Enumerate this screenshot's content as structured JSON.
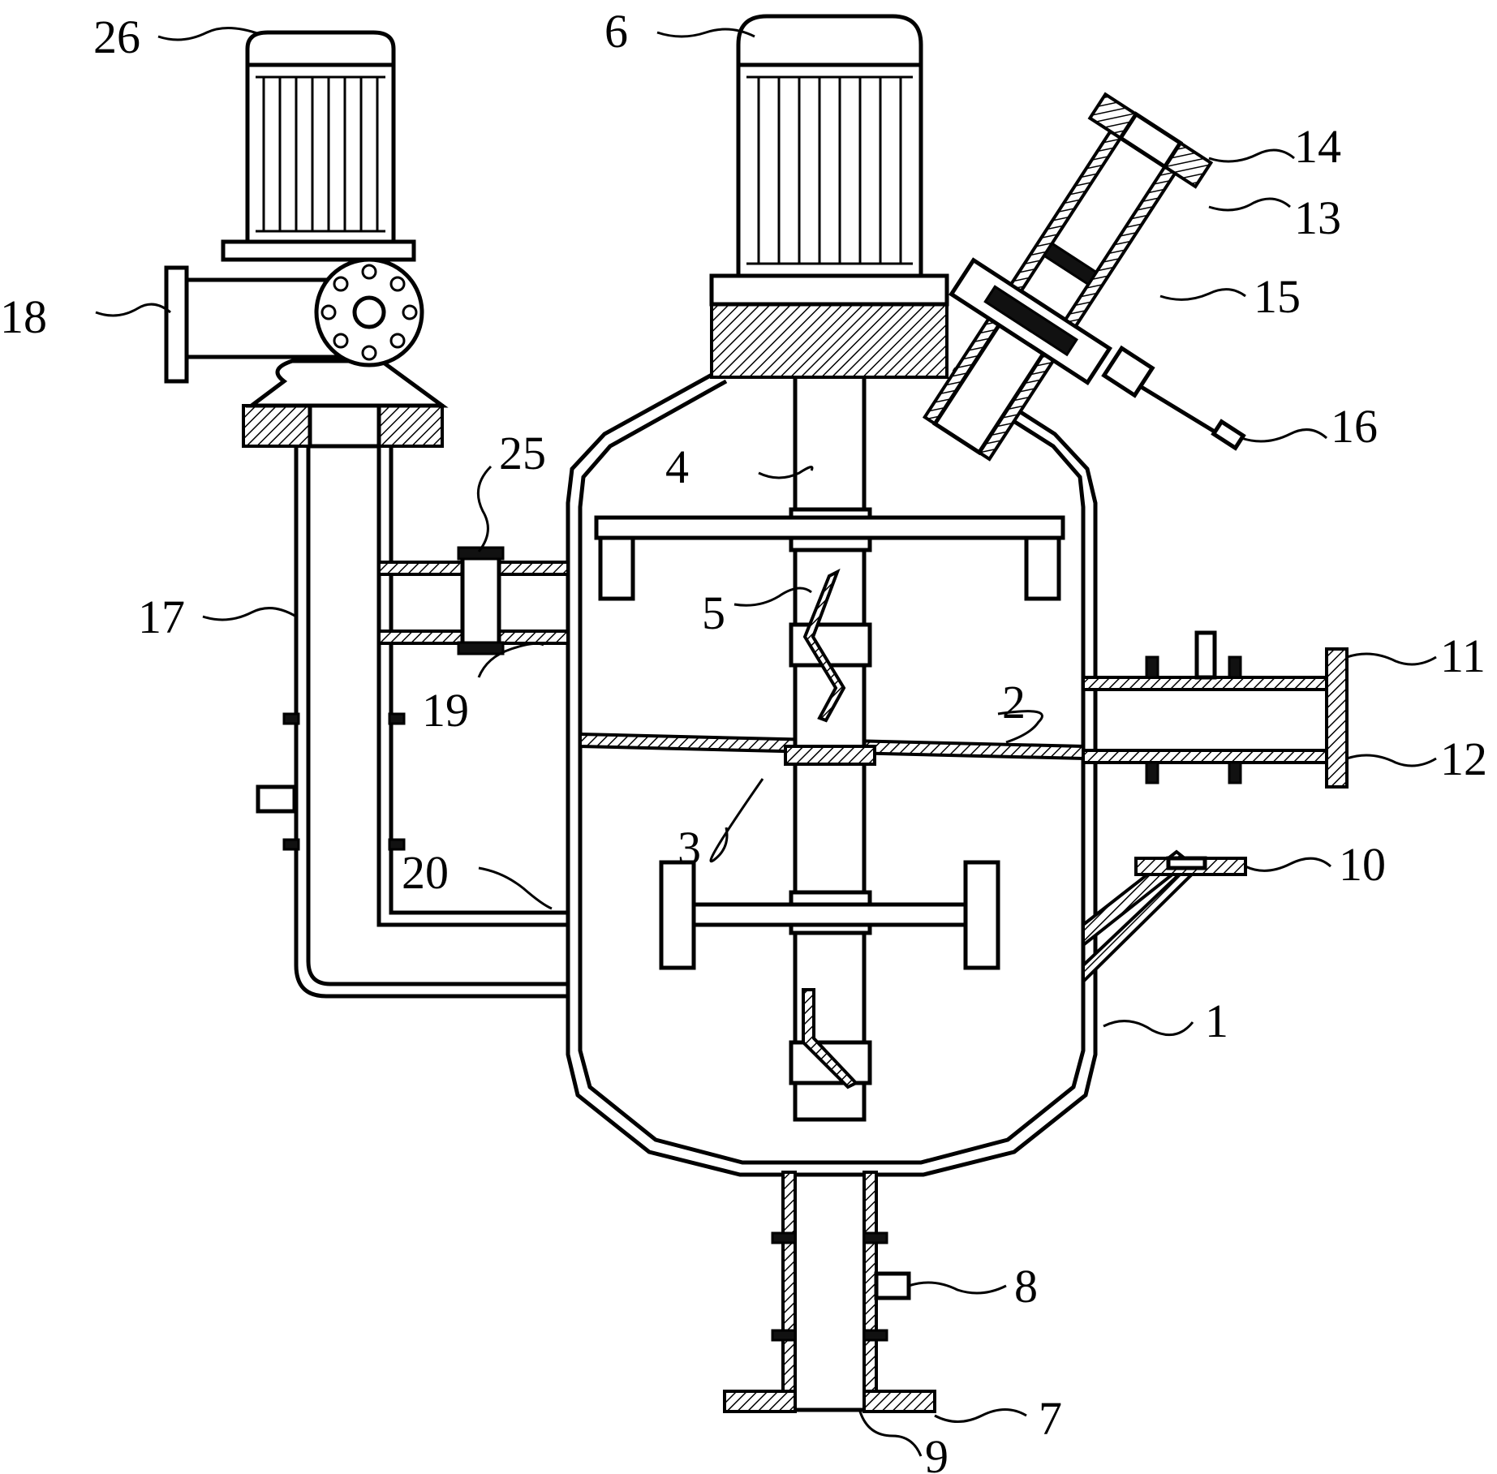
{
  "diagram": {
    "labels": {
      "l1": "1",
      "l2": "2",
      "l3": "3",
      "l4": "4",
      "l5": "5",
      "l6": "6",
      "l7": "7",
      "l8": "8",
      "l9": "9",
      "l10": "10",
      "l11": "11",
      "l12": "12",
      "l13": "13",
      "l14": "14",
      "l15": "15",
      "l16": "16",
      "l17": "17",
      "l18": "18",
      "l19": "19",
      "l20": "20",
      "l25": "25",
      "l26": "26"
    }
  }
}
